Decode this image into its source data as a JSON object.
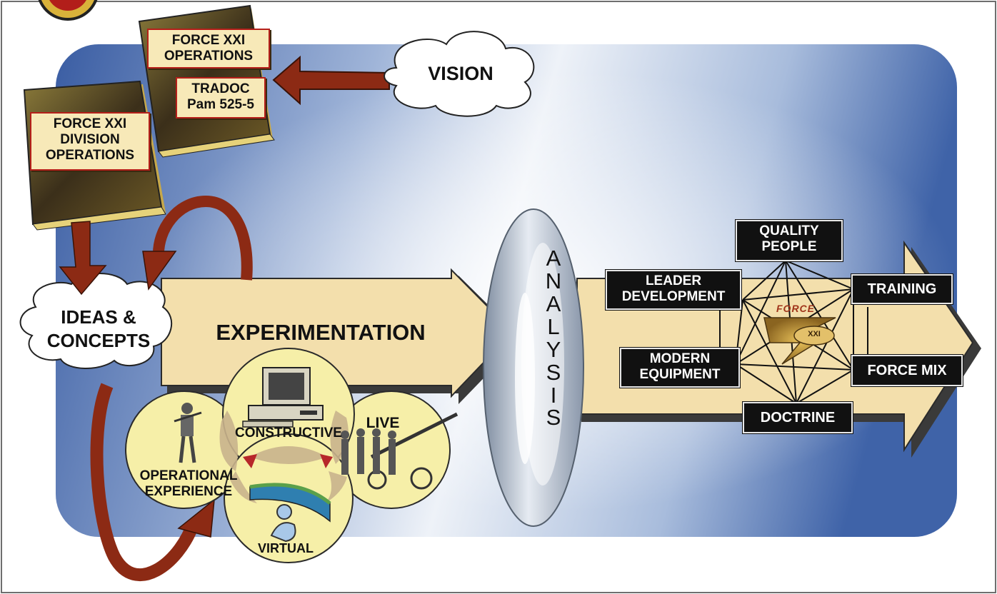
{
  "books": {
    "operations": [
      "FORCE XXI",
      "OPERATIONS"
    ],
    "tradoc": [
      "TRADOC",
      "Pam 525-5"
    ],
    "division": [
      "FORCE XXI",
      "DIVISION",
      "OPERATIONS"
    ]
  },
  "vision": "VISION",
  "ideas": [
    "IDEAS &",
    "CONCEPTS"
  ],
  "experimentation": "EXPERIMENTATION",
  "circles": {
    "constructive": "CONSTRUCTIVE",
    "live": "LIVE",
    "operational": [
      "OPERATIONAL",
      "EXPERIENCE"
    ],
    "virtual": "VIRTUAL"
  },
  "analysis": [
    "A",
    "N",
    "A",
    "L",
    "Y",
    "S",
    "I",
    "S"
  ],
  "domains": {
    "quality_people": [
      "QUALITY",
      "PEOPLE"
    ],
    "leader_development": [
      "LEADER",
      "DEVELOPMENT"
    ],
    "training": "TRAINING",
    "modern_equipment": [
      "MODERN",
      "EQUIPMENT"
    ],
    "force_mix": "FORCE MIX",
    "doctrine": "DOCTRINE"
  },
  "logo": {
    "word": "FORCE",
    "suffix": "XXI"
  },
  "colors": {
    "panel_blue": "#3f63a8",
    "arrow_fill": "#f3dfac",
    "curved_arrow": "#8c2a14",
    "circle_fill": "#f6efa8",
    "label_border": "#b51f1a"
  }
}
